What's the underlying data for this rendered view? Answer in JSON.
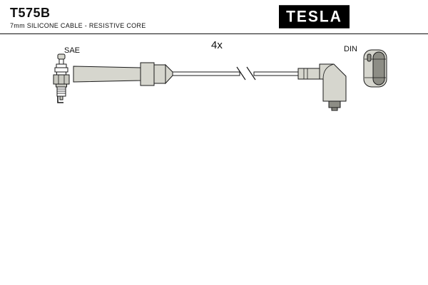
{
  "header": {
    "part_number": "T575B",
    "subtitle": "7mm SILICONE CABLE - RESISTIVE CORE",
    "brand": "TESLA"
  },
  "diagram": {
    "quantity_label": "4x",
    "plug_end_label": "SAE",
    "connector_end_label": "DIN",
    "icons": [
      "spark-plug-icon",
      "straight-boot-icon",
      "cable-break-icon",
      "elbow-boot-icon",
      "connector-terminal-icon"
    ]
  },
  "colors": {
    "outline": "#1a1a1a",
    "fill_light": "#d6d6ce",
    "fill_mid": "#c9c9c1",
    "fill_dark": "#8d8d85",
    "logo_bg": "#000000",
    "logo_text": "#ffffff",
    "background": "#ffffff"
  }
}
